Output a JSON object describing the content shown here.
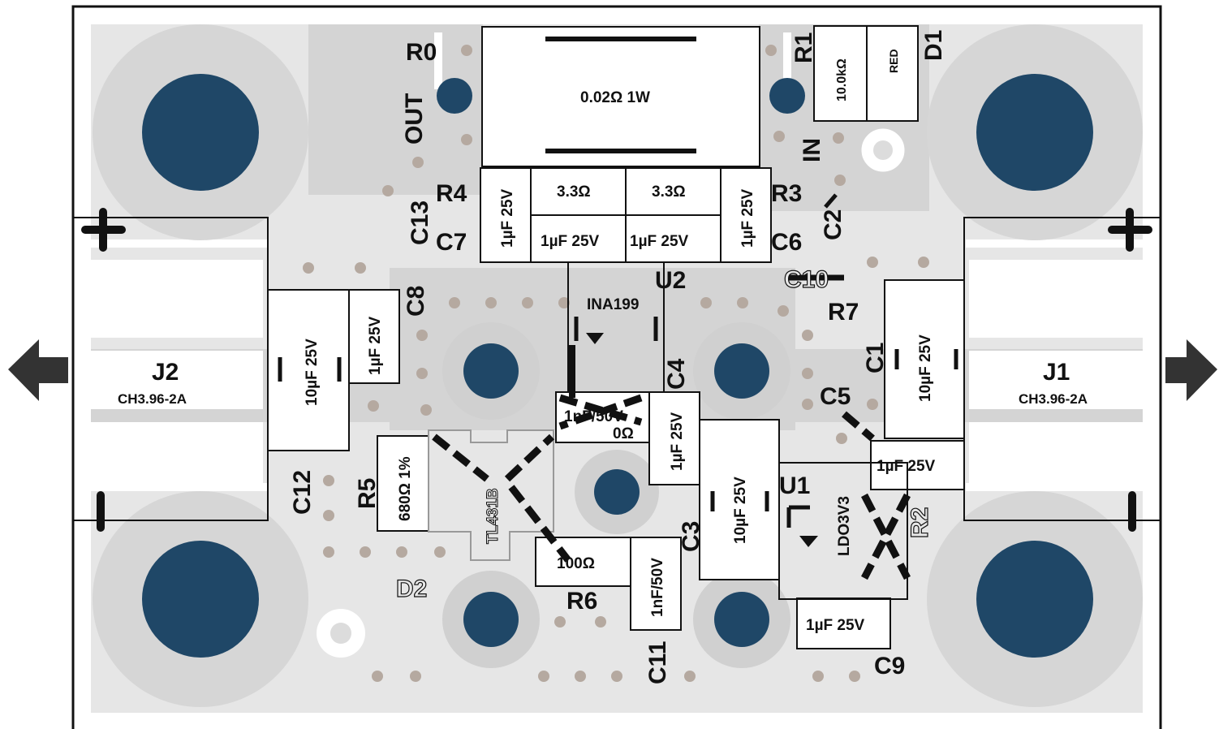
{
  "colors": {
    "board": "#e6e6e6",
    "copper": "#d3d3d3",
    "mask_white": "#ffffff",
    "pad_blue": "#1f4767",
    "via": "#b5a9a0",
    "silk": "#111111",
    "arrow": "#333333"
  },
  "labels": {
    "R0": "R0",
    "OUT": "OUT",
    "R1": "R1",
    "D1": "D1",
    "IN": "IN",
    "R4": "R4",
    "R3": "R3",
    "C13": "C13",
    "C7": "C7",
    "C6": "C6",
    "C2": "C2",
    "C8": "C8",
    "U2": "U2",
    "C10": "C10",
    "R7": "R7",
    "C1": "C1",
    "C5": "C5",
    "C4": "C4",
    "J1": "J1",
    "J2": "J2",
    "C12": "C12",
    "R5": "R5",
    "U1": "U1",
    "R2": "R2",
    "C3": "C3",
    "R6": "R6",
    "D2": "D2",
    "C11": "C11",
    "C9": "C9"
  },
  "values": {
    "shunt": "0.02Ω 1W",
    "r1": "10.0kΩ",
    "d1": "RED",
    "r4": "3.3Ω",
    "r3": "3.3Ω",
    "c13": "1µF 25V",
    "c7": "1µF 25V",
    "c6": "1µF 25V",
    "c2": "1µF 25V",
    "u2": "INA199",
    "c12": "10µF 25V",
    "c8": "1µF 25V",
    "c1": "10µF 25V",
    "c10": "1nF/50V",
    "r7": "0Ω",
    "c4": "1µF 25V",
    "c5": "1µF 25V",
    "r5": "680Ω 1%",
    "tl431": "TL431B",
    "u1": "LDO3V3",
    "c3": "10µF 25V",
    "r6": "100Ω",
    "c11": "1nF/50V",
    "c9": "1µF 25V",
    "j1_part": "CH3.96-2A",
    "j2_part": "CH3.96-2A"
  },
  "polarity": {
    "plus": "+",
    "minus": "−"
  }
}
